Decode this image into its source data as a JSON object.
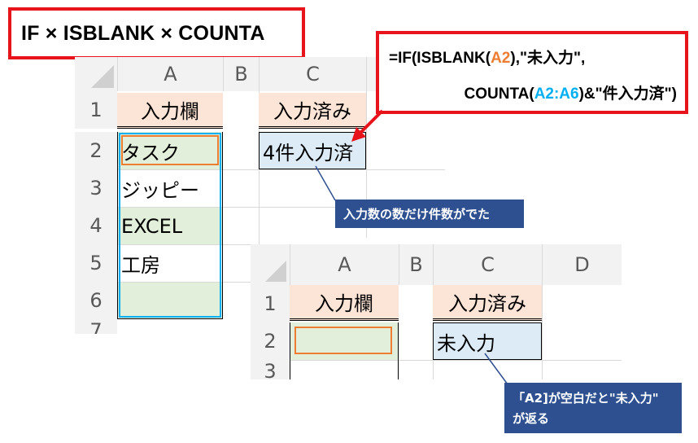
{
  "title": "IF × ISBLANK × COUNTA",
  "formula": {
    "line1_prefix": "=IF(ISBLANK(",
    "line1_ref": "A2",
    "line1_suffix": "),\"未入力\",",
    "line2_prefix": "COUNTA(",
    "line2_ref": "A2:A6",
    "line2_suffix": ")&\"件入力済\")"
  },
  "sheet1": {
    "col_headers": [
      "A",
      "B",
      "C"
    ],
    "row_headers": [
      "1",
      "2",
      "3",
      "4",
      "5",
      "6",
      "7"
    ],
    "a1": "入力欄",
    "c1": "入力済み",
    "a2": "タスク",
    "a3": "ジッピー",
    "a4": "EXCEL",
    "a5": "工房",
    "a6": "",
    "c2": "4件入力済"
  },
  "sheet2": {
    "col_headers": [
      "A",
      "B",
      "C",
      "D"
    ],
    "row_headers": [
      "1",
      "2",
      "3"
    ],
    "a1": "入力欄",
    "c1": "入力済み",
    "a2": "",
    "c2": "未入力"
  },
  "callouts": {
    "one": "入力数の数だけ件数がでた",
    "two_line1": "「A2]が空白だと\"未入力\"",
    "two_line2": "が返る"
  },
  "colors": {
    "red": "#e8141b",
    "orange_ref": "#ed7d31",
    "blue_ref": "#00b0f0",
    "header_fill": "#fce4d6",
    "green_fill": "#e2efda",
    "blue_fill": "#ddebf7",
    "callout_fill": "#2e5090"
  }
}
